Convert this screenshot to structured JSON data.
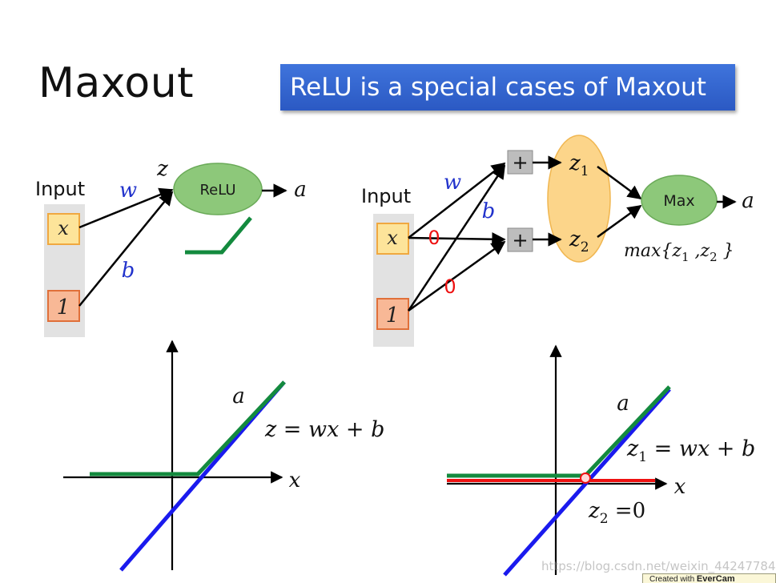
{
  "slide": {
    "title": "Maxout",
    "banner": "ReLU is a special cases of Maxout"
  },
  "left_network": {
    "input_label": "Input",
    "x_node": "x",
    "bias_node": "1",
    "weight_w": "w",
    "weight_b": "b",
    "pre_activation": "z",
    "activation_node": "ReLU",
    "output": "a"
  },
  "right_network": {
    "input_label": "Input",
    "x_node": "x",
    "bias_node": "1",
    "weight_w": "w",
    "weight_b": "b",
    "zero_weight_1": "0",
    "zero_weight_2": "0",
    "plus_top": "+",
    "plus_bottom": "+",
    "z1": "z",
    "z1_sub": "1",
    "z2": "z",
    "z2_sub": "2",
    "max_node": "Max",
    "output": "a",
    "formula": "max{z",
    "formula_sub1": "1",
    "formula_mid": " ,z",
    "formula_sub2": "2",
    "formula_end": " }"
  },
  "left_plot": {
    "curve_label": "a",
    "equation": "z = wx + b",
    "x_axis_label": "x"
  },
  "right_plot": {
    "curve_label": "a",
    "equation_z": "z",
    "equation_sub": "1",
    "equation_rest": " = wx + b",
    "z2_label": "z",
    "z2_sub": "2",
    "z2_rest": " =0",
    "x_axis_label": "x"
  },
  "footer": {
    "watermark": "https://blog.csdn.net/weixin_44247784",
    "evercam_prefix": "Created with ",
    "evercam_brand": "EverCam"
  },
  "colors": {
    "banner_blue": "#3366cc",
    "node_input_fill": "#fde49a",
    "node_input_stroke": "#f0a840",
    "node_bias_fill": "#f8b896",
    "node_bias_stroke": "#e0703a",
    "relu_fill": "#8dc87a",
    "ellipse_fill": "#fcd58a",
    "line_blue": "#1a1aee",
    "line_green": "#138a3e",
    "line_red": "#ee1111",
    "weight_blue": "#2233cc",
    "zero_red": "#ee1111"
  },
  "icons": {
    "arrow": "arrow-right-icon",
    "relu_curve": "relu-shape-icon",
    "intersection_marker": "circle-marker-icon"
  }
}
